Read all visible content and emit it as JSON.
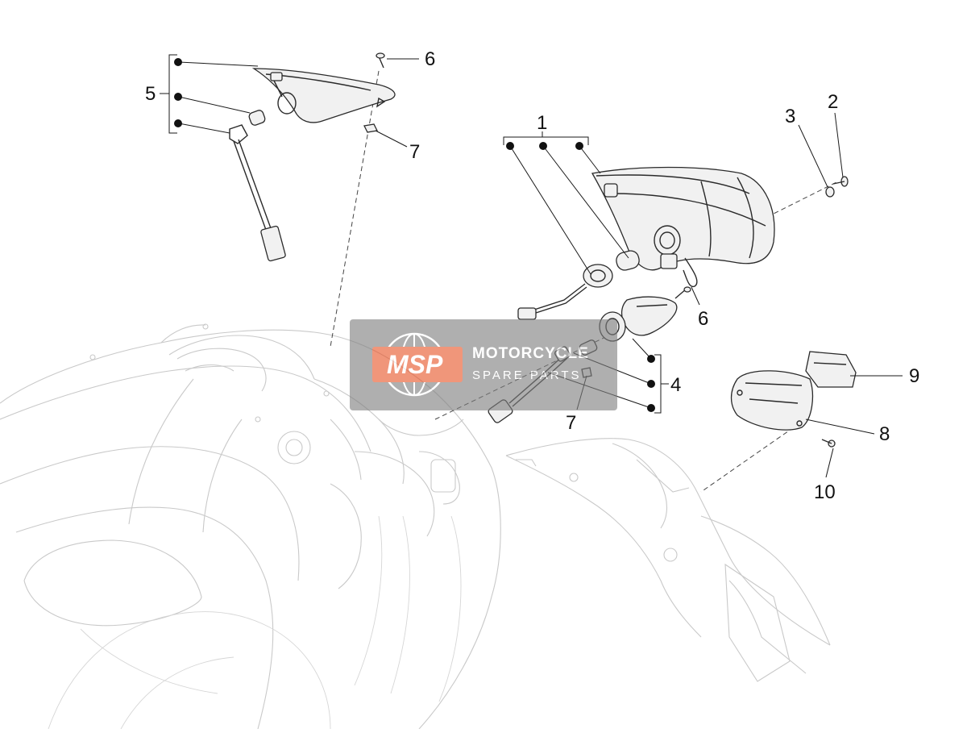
{
  "callouts": {
    "c1": "1",
    "c2": "2",
    "c3": "3",
    "c4": "4",
    "c5": "5",
    "c6a": "6",
    "c6b": "6",
    "c7a": "7",
    "c7b": "7",
    "c8": "8",
    "c9": "9",
    "c10": "10"
  },
  "watermark": {
    "logo": "MSP",
    "line1": "MOTORCYCLE",
    "line2": "SPARE PARTS"
  },
  "colors": {
    "accent": "#e8562a",
    "watermark_box": "#7f7f7f"
  }
}
